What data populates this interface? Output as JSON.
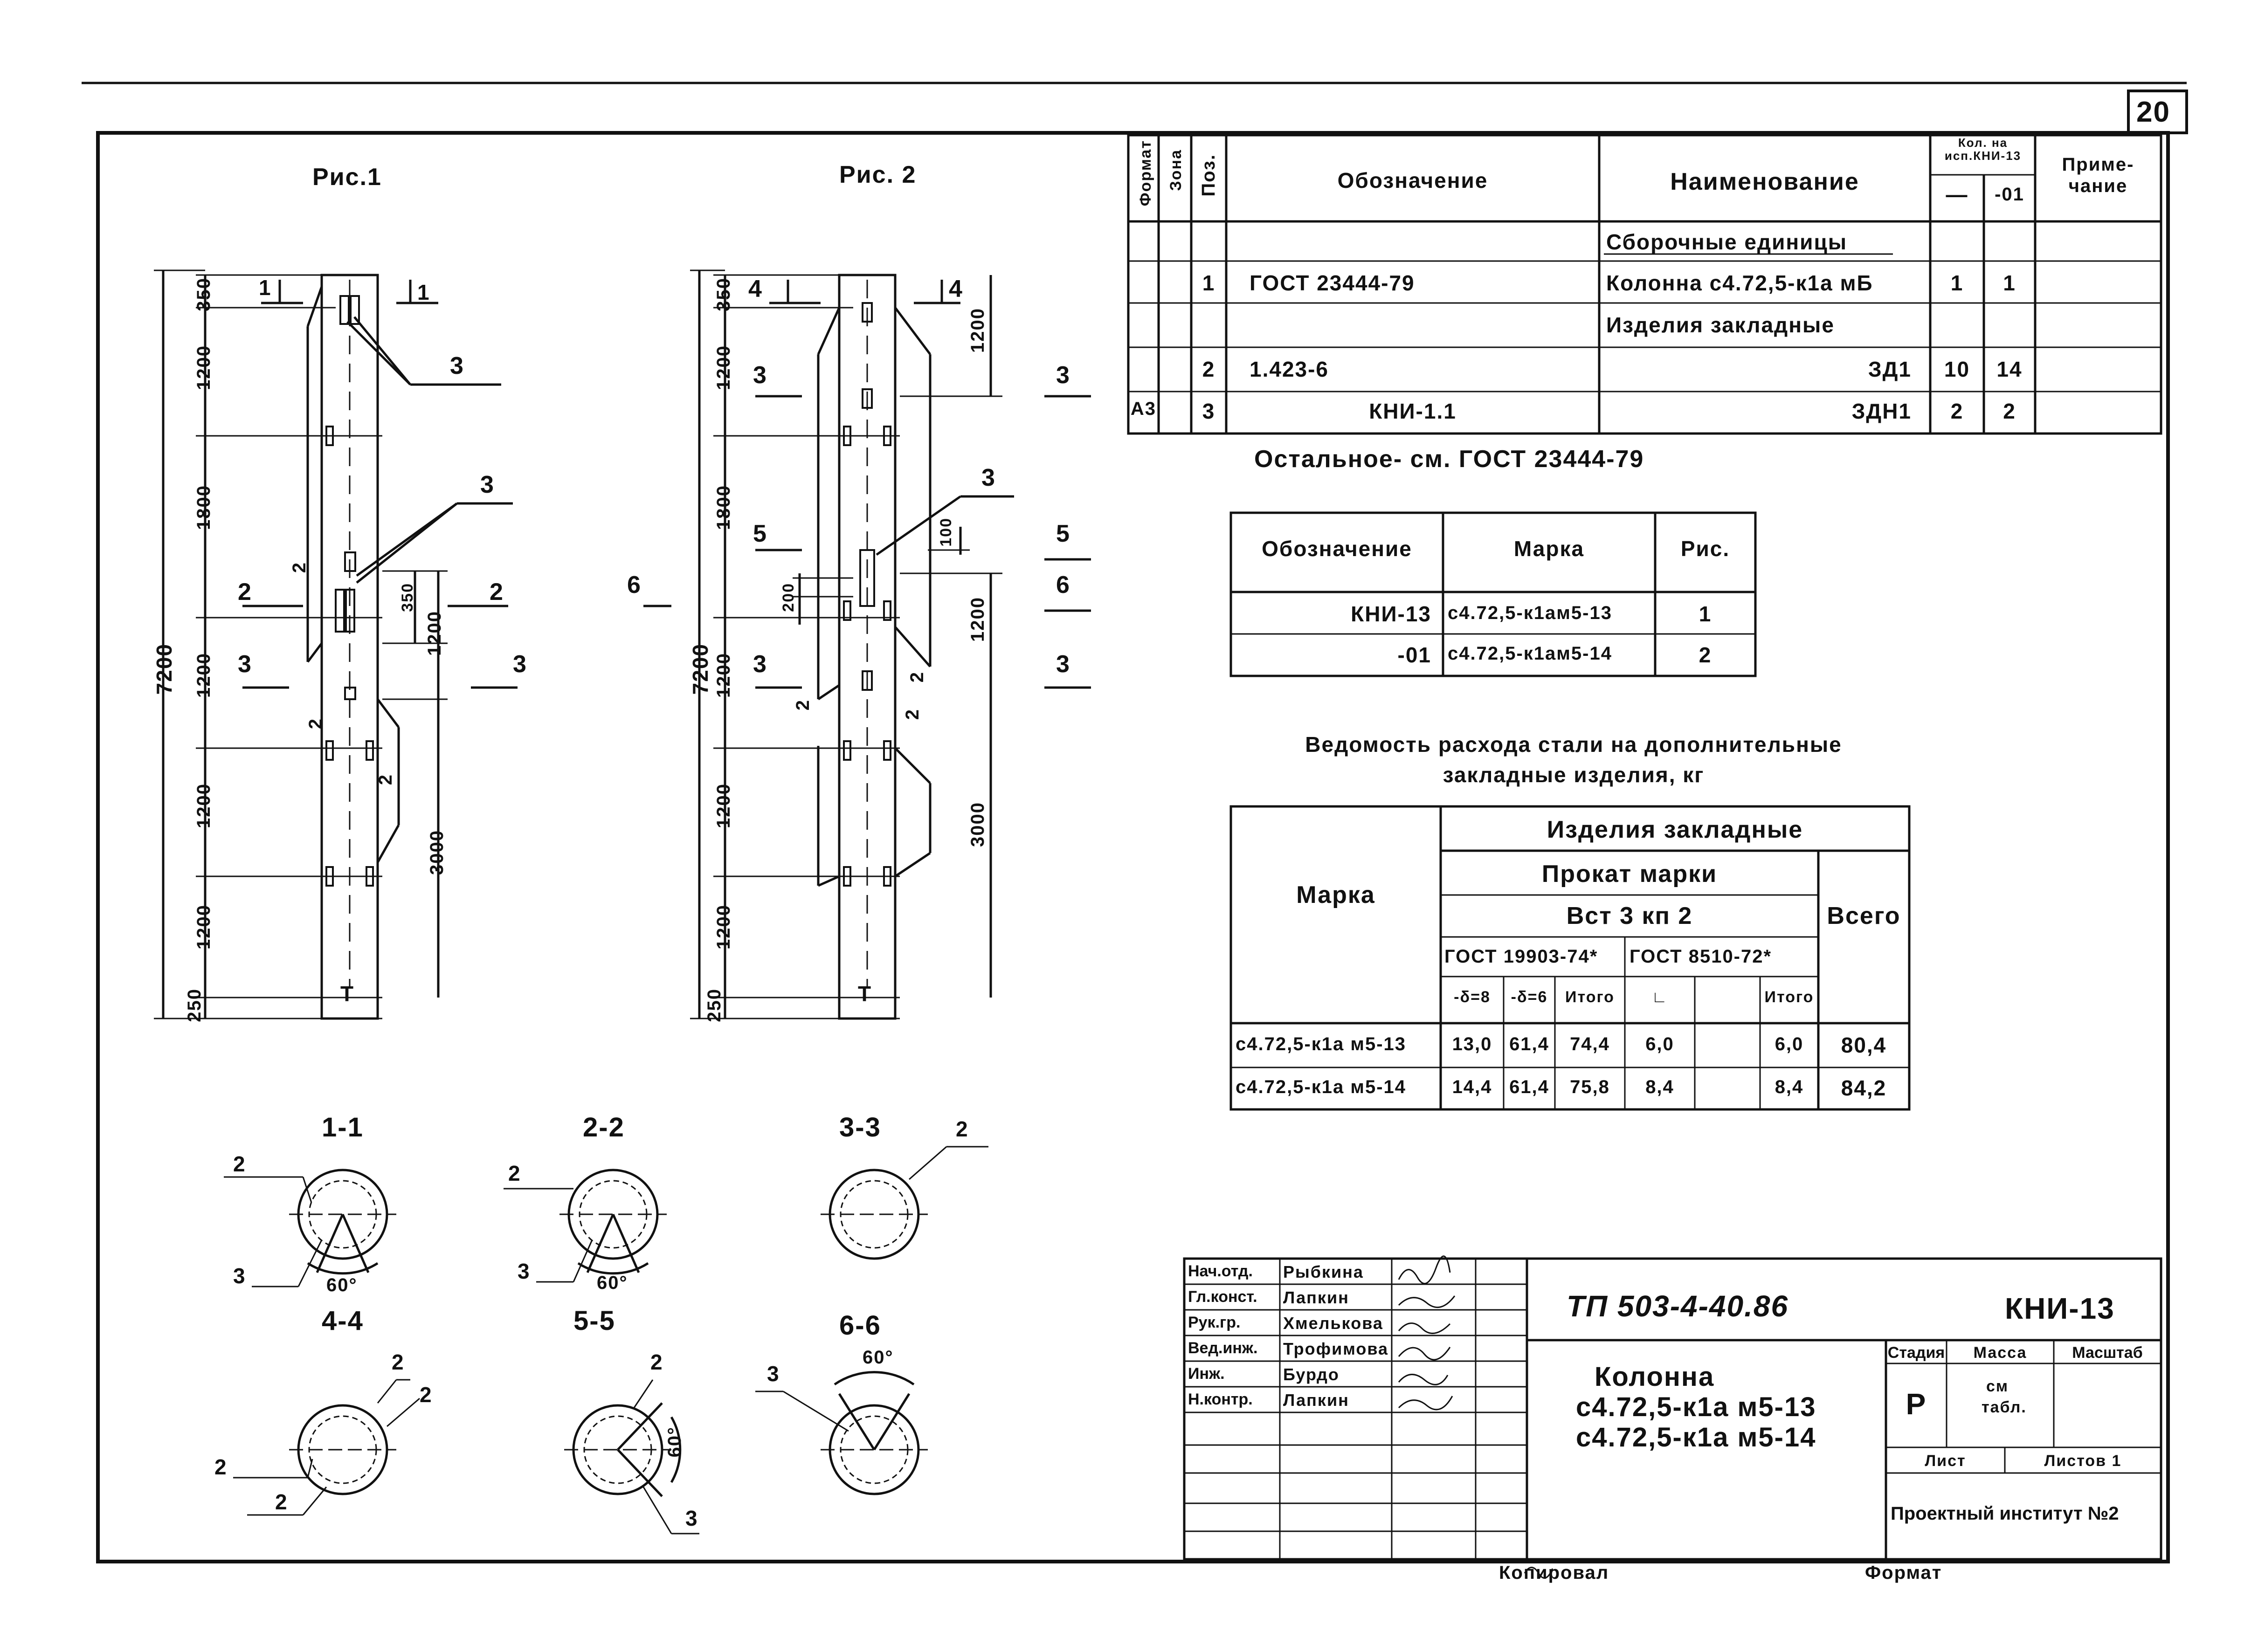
{
  "sheet_number": "20",
  "figures": {
    "fig1_title": "Рис.1",
    "fig2_title": "Рис. 2",
    "fig1_dims": [
      "350",
      "1200",
      "1800",
      "1200",
      "1200",
      "1200",
      "250",
      "7200",
      "1200",
      "3000",
      "350"
    ],
    "fig2_dims": [
      "350",
      "1200",
      "1800",
      "1200",
      "1200",
      "1200",
      "250",
      "7200",
      "1200",
      "1200",
      "3000",
      "100",
      "200"
    ],
    "fig1_marks": [
      "1",
      "1",
      "3",
      "3",
      "2",
      "2",
      "3",
      "3",
      "2",
      "2",
      "2",
      "Т"
    ],
    "fig2_marks": [
      "4",
      "4",
      "3",
      "3",
      "3",
      "5",
      "5",
      "6",
      "6",
      "3",
      "3",
      "2",
      "2",
      "2",
      "Т"
    ]
  },
  "sections": [
    {
      "title": "1-1",
      "labels": [
        "2",
        "3",
        "60°"
      ]
    },
    {
      "title": "2-2",
      "labels": [
        "2",
        "3",
        "60°"
      ]
    },
    {
      "title": "3-3",
      "labels": [
        "2"
      ]
    },
    {
      "title": "4-4",
      "labels": [
        "2",
        "2",
        "2",
        "2"
      ]
    },
    {
      "title": "5-5",
      "labels": [
        "2",
        "3",
        "60°"
      ]
    },
    {
      "title": "6-6",
      "labels": [
        "3",
        "60°"
      ]
    }
  ],
  "spec": {
    "headers": {
      "format": "Формат",
      "zone": "Зона",
      "pos": "Поз.",
      "designation": "Обозначение",
      "name": "Наименование",
      "qty_top": "Кол. на исп.КНИ-13",
      "qty_dash": "—",
      "qty_01": "-01",
      "note": "Приме-чание"
    },
    "rows": [
      {
        "format": "",
        "zone": "",
        "pos": "",
        "designation": "",
        "name": "Сборочные единицы",
        "q1": "",
        "q2": "",
        "note": ""
      },
      {
        "format": "",
        "zone": "",
        "pos": "1",
        "designation": "ГОСТ 23444-79",
        "name": "Колонна с4.72,5-к1а мБ",
        "q1": "1",
        "q2": "1",
        "note": ""
      },
      {
        "format": "",
        "zone": "",
        "pos": "",
        "designation": "",
        "name": "Изделия закладные",
        "q1": "",
        "q2": "",
        "note": ""
      },
      {
        "format": "",
        "zone": "",
        "pos": "2",
        "designation": "1.423-6",
        "name": "ЗД1",
        "q1": "10",
        "q2": "14",
        "note": ""
      },
      {
        "format": "А3",
        "zone": "",
        "pos": "3",
        "designation": "КНИ-1.1",
        "name": "ЗДН1",
        "q1": "2",
        "q2": "2",
        "note": ""
      }
    ],
    "footnote": "Остальное- см. ГОСТ 23444-79"
  },
  "marks_table": {
    "headers": [
      "Обозначение",
      "Марка",
      "Рис."
    ],
    "rows": [
      [
        "КНИ-13",
        "с4.72,5-к1ам5-13",
        "1"
      ],
      [
        "-01",
        "с4.72,5-к1ам5-14",
        "2"
      ]
    ]
  },
  "steel_table": {
    "title_line1": "Ведомость расхода стали на дополнительные",
    "title_line2": "закладные изделия, кг",
    "h_mark": "Марка",
    "h_items": "Изделия закладные",
    "h_rolled": "Прокат марки",
    "h_grade": "Вст 3 кп 2",
    "h_gost1": "ГОСТ 19903-74*",
    "h_gost2": "ГОСТ 8510-72*",
    "h_total": "Всего",
    "sub": [
      "-δ=8",
      "-δ=6",
      "Итого",
      "∟",
      "",
      "Итого"
    ],
    "rows": [
      [
        "с4.72,5-к1а м5-13",
        "13,0",
        "61,4",
        "74,4",
        "6,0",
        "",
        "6,0",
        "80,4"
      ],
      [
        "с4.72,5-к1а м5-14",
        "14,4",
        "61,4",
        "75,8",
        "8,4",
        "",
        "8,4",
        "84,2"
      ]
    ]
  },
  "title_block": {
    "roles": [
      "Нач.отд.",
      "Гл.конст.",
      "Рук.гр.",
      "Вед.инж.",
      "Инж.",
      "Н.контр."
    ],
    "names": [
      "Рыбкина",
      "Лапкин",
      "Хмелькова",
      "Трофимова",
      "Бурдо",
      "Лапкин"
    ],
    "project": "ТП 503-4-40.86",
    "doc_code": "КНИ-13",
    "object_line1": "Колонна",
    "object_line2": "с4.72,5-к1а м5-13",
    "object_line3": "с4.72,5-к1а м5-14",
    "stage_h": "Стадия",
    "mass_h": "Масса",
    "scale_h": "Масштаб",
    "stage": "Р",
    "mass_note1": "см",
    "mass_note2": "табл.",
    "sheet_h": "Лист",
    "sheets_h": "Листов 1",
    "org": "Проектный институт №2",
    "copied": "Копировал",
    "format": "Формат"
  }
}
